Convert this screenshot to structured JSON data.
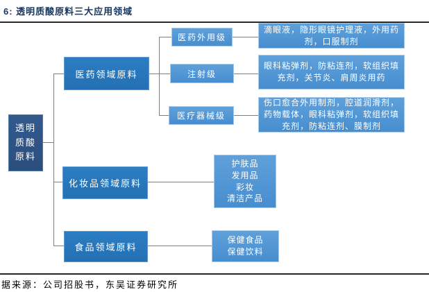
{
  "figure": {
    "title": "6: 透明质酸原料三大应用领域",
    "source": "据来源：公司招股书，东吴证券研究所"
  },
  "colors": {
    "root_box": "#2e5283",
    "branch_box": "#2878be",
    "leaf_box": "#4f96d6",
    "leaf_border": "#a6cbec",
    "connector": "#7f7f7f",
    "title_text": "#17365d",
    "rule": "#262626",
    "box_text": "#ffffff"
  },
  "nodes": {
    "root": {
      "label": "透明\n质酸\n原料"
    },
    "medical": {
      "label": "医药领域原料"
    },
    "cosmetics": {
      "label": "化妆品领域原料"
    },
    "food": {
      "label": "食品领域原料"
    },
    "grade_topical": {
      "label": "医药外用级"
    },
    "grade_injection": {
      "label": "注射级"
    },
    "grade_device": {
      "label": "医疗器械级"
    },
    "apps_topical": {
      "label": "滴眼液，隐形眼镜护理液，外用药\n剂，口服制剂"
    },
    "apps_injection": {
      "label": "眼科粘弹剂，防粘连剂，软组织填\n充剂，关节炎、肩周炎用药"
    },
    "apps_device": {
      "label": "伤口愈合外用制剂，腔道润滑剂，\n药物载体，眼科粘弹剂，软组织填\n充剂，防粘连剂、膜制剂"
    },
    "apps_cosmetics": {
      "label": "护肤品\n发用品\n彩妆\n清洁产品"
    },
    "apps_food": {
      "label": "保健食品\n保健饮料"
    }
  }
}
